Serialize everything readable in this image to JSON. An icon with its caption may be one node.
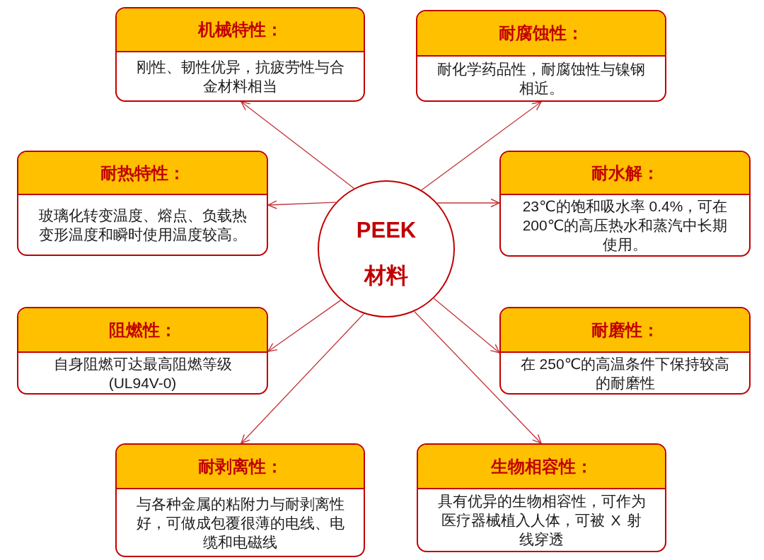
{
  "diagram": {
    "nodes": [
      {
        "text": [
          "机械特性：",
          "刚性、韧性优异，抗疲劳性与合金材料相当"
        ]
      },
      {
        "text": [
          "耐腐蚀性：",
          "耐化学药品性，耐腐蚀性与镍钢相近。"
        ]
      },
      {
        "text": [
          "耐热特性：",
          "玻璃化转变温度、熔点、负载热变形温度和瞬时使用温度较高。"
        ]
      },
      {
        "text": [
          "PEEK 材料"
        ]
      },
      {
        "text": [
          "耐水解：",
          "23℃的饱和吸水率 0.4%，可在200℃的高压热水和蒸汽中长期使用。"
        ]
      },
      {
        "text": [
          "阻燃性：",
          "自身阻燃可达最高阻燃等级(UL94V-0)"
        ]
      },
      {
        "text": [
          "耐磨性：",
          "在 250℃的高温条件下保持较高的耐磨性"
        ]
      },
      {
        "text": [
          "耐剥离性：",
          "与各种金属的粘附力与耐剥离性好，可做成包覆很薄的电线、电缆和电磁线"
        ]
      },
      {
        "text": [
          "生物相容性：",
          "具有优异的生物相容性，可作为医疗器械植入人体，可被 X 射线穿透"
        ]
      }
    ],
    "edges": [
      {
        "from": 3,
        "to": 0,
        "arrow": "to"
      },
      {
        "from": 3,
        "to": 1,
        "arrow": "to"
      },
      {
        "from": 3,
        "to": 2,
        "arrow": "to"
      },
      {
        "from": 3,
        "to": 4,
        "arrow": "to"
      },
      {
        "from": 3,
        "to": 5,
        "arrow": "to"
      },
      {
        "from": 3,
        "to": 6,
        "arrow": "to"
      },
      {
        "from": 3,
        "to": 7,
        "arrow": "to"
      },
      {
        "from": 3,
        "to": 8,
        "arrow": "to"
      }
    ]
  }
}
